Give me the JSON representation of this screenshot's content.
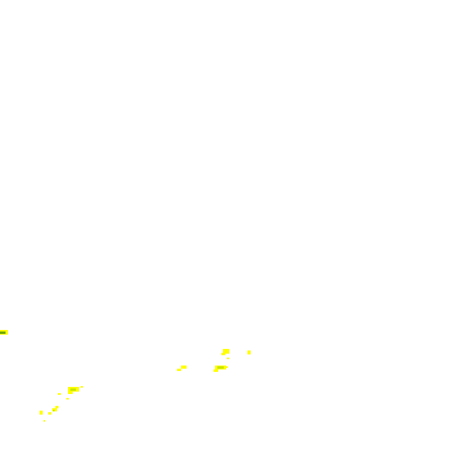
{
  "map": {
    "background_color": "#ffffff",
    "legend_colors": {
      "low": "#ffff00",
      "medium": "#c8e600",
      "high": "#6fa800"
    },
    "patches": [
      {
        "id": "west-edge",
        "level": "high"
      },
      {
        "id": "southwest-cluster-a",
        "level": "medium"
      },
      {
        "id": "southwest-cluster-b",
        "level": "low"
      },
      {
        "id": "southwest-cluster-c",
        "level": "low"
      },
      {
        "id": "central-cluster-a",
        "level": "low"
      },
      {
        "id": "central-cluster-b",
        "level": "medium"
      },
      {
        "id": "central-cluster-c",
        "level": "low"
      },
      {
        "id": "east-speck",
        "level": "low"
      }
    ]
  }
}
